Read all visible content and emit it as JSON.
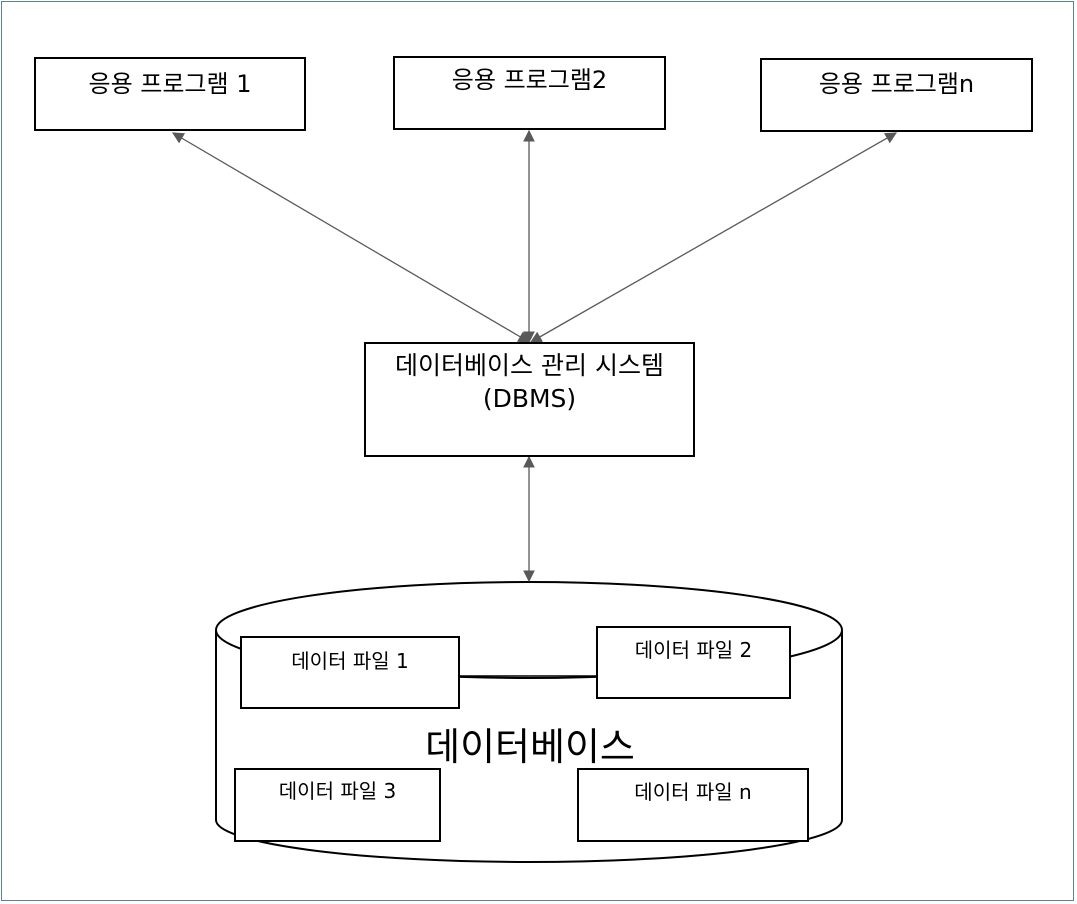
{
  "apps": [
    {
      "label": "응용 프로그램 1"
    },
    {
      "label": "응용 프로그램2"
    },
    {
      "label": "응용 프로그램n"
    }
  ],
  "dbms": {
    "label": "데이터베이스 관리 시스템(DBMS)"
  },
  "database": {
    "label": "데이터베이스",
    "files": [
      {
        "label": "데이터 파일 1"
      },
      {
        "label": "데이터 파일 2"
      },
      {
        "label": "데이터 파일 3"
      },
      {
        "label": "데이터 파일 n"
      }
    ]
  },
  "colors": {
    "arrow": "#595959",
    "frame": "#5a7fa8",
    "stroke": "#000000"
  }
}
